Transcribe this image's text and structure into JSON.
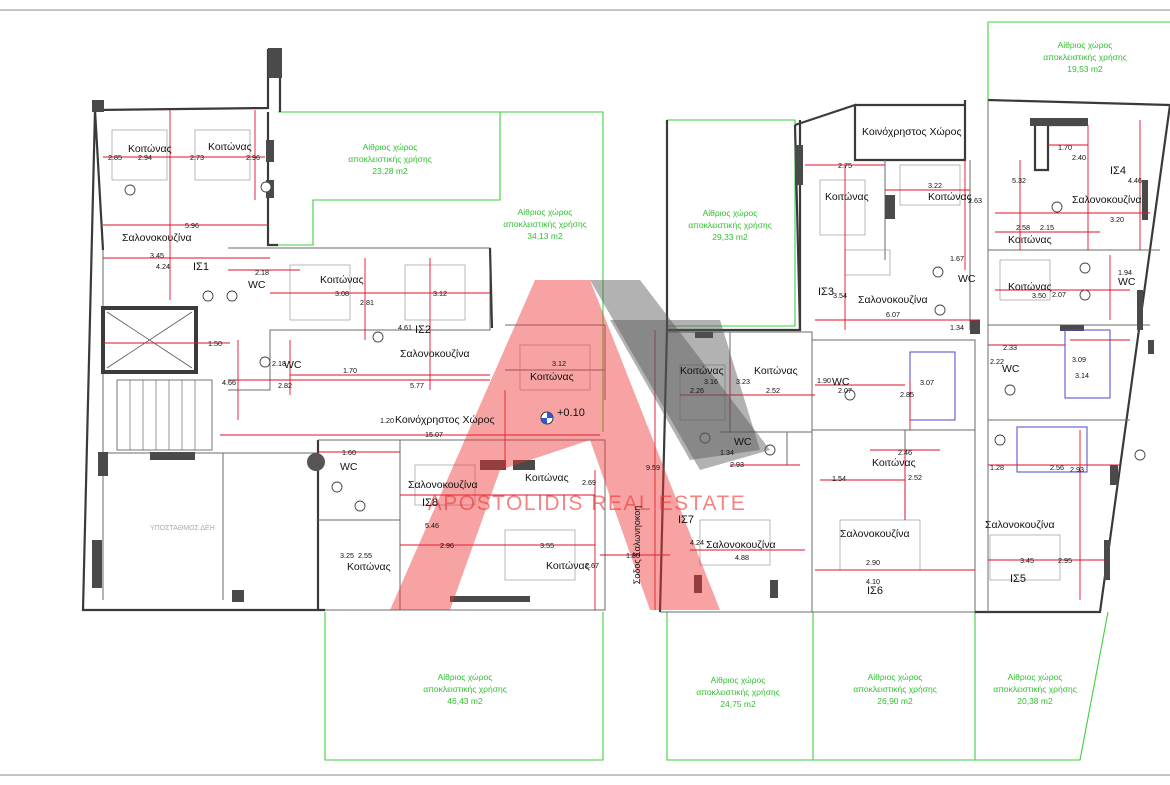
{
  "rooms": {
    "koitonas": "Κοιτώνας",
    "salonokouzina": "Σαλονοκουζίνα",
    "wc": "WC",
    "common": "Κοινόχρηστος Χώρος",
    "station": "ΥΠΟΣΤΑΘΜΟΣ ΔΕΗ",
    "passage": "Σοδος Σαλωνηοκοη"
  },
  "units": [
    "ΙΣ1",
    "ΙΣ2",
    "ΙΣ3",
    "ΙΣ4",
    "ΙΣ5",
    "ΙΣ6",
    "ΙΣ7",
    "ΙΣ8"
  ],
  "open_spaces": {
    "line1": "Αίθριος χώρος",
    "line2": "αποκλειστικής χρήσης",
    "areas": [
      "23,28 m2",
      "34,13 m2",
      "29,33 m2",
      "19,53 m2",
      "46,43 m2",
      "24,75 m2",
      "26,90 m2",
      "20,38 m2"
    ]
  },
  "elevation": "+0.10",
  "dimensions": [
    "2.85",
    "2.94",
    "2.73",
    "2.96",
    "5.96",
    "3.45",
    "4.24",
    "2.18",
    "3.08",
    "2.81",
    "3.12",
    "4.61",
    "1.50",
    "2.18",
    "1.70",
    "2.82",
    "5.77",
    "3.12",
    "4.66",
    "1.20",
    "15.07",
    "1.60",
    "2.55",
    "3.25",
    "2.96",
    "5.46",
    "3.55",
    "2.69",
    "2.67",
    "1.80",
    "9.59",
    "3.16",
    "2.26",
    "3.23",
    "2.52",
    "1.34",
    "2.93",
    "4.24",
    "4.88",
    "2.75",
    "3.22",
    "2.63",
    "1.67",
    "3.54",
    "6.07",
    "1.90",
    "2.07",
    "3.07",
    "2.85",
    "2.46",
    "2.52",
    "1.54",
    "2.90",
    "4.10",
    "1.70",
    "2.40",
    "5.32",
    "4.46",
    "2.58",
    "2.15",
    "3.20",
    "1.94",
    "3.50",
    "2.07",
    "2.33",
    "3.09",
    "3.14",
    "1.28",
    "2.56",
    "2.93",
    "3.45",
    "2.95",
    "2.22",
    "1.34"
  ],
  "watermark": "APOSTOLIDIS REAL ESTATE",
  "colors": {
    "wall": "#3a3a3a",
    "open_space": "#3ecf3e",
    "dimension": "#e0102a",
    "bed": "#4a4ac8",
    "watermark_red": "#ee3333",
    "watermark_grey": "#555555"
  }
}
